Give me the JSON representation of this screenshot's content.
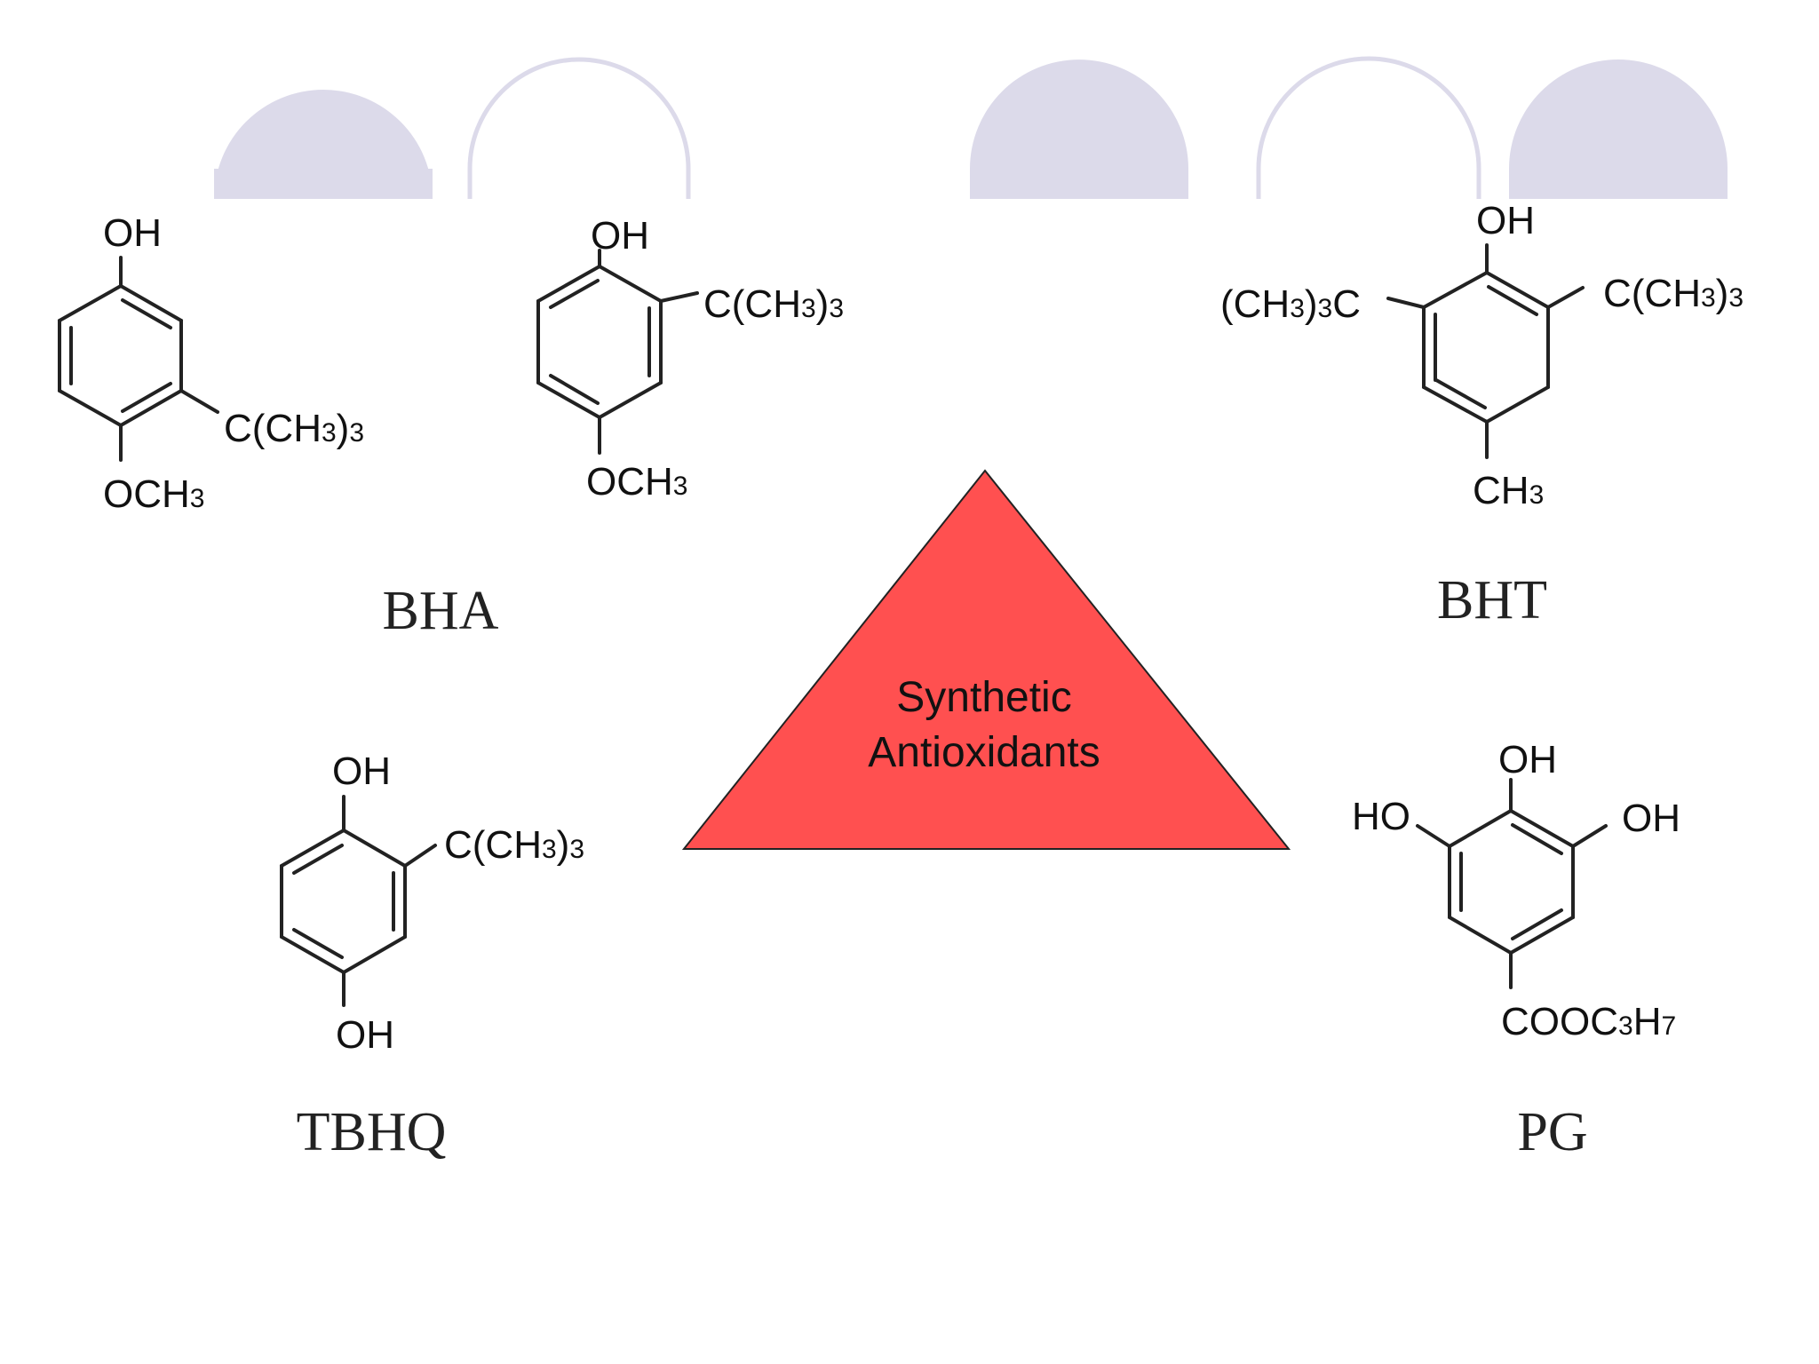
{
  "colors": {
    "decor_fill": "#dcdaea",
    "decor_stroke": "#dcdaea",
    "triangle_fill": "#ff5050",
    "triangle_stroke": "#222222"
  },
  "center": {
    "line1": "Synthetic",
    "line2": "Antioxidants"
  },
  "molecules": {
    "bha1": {
      "top": "OH",
      "sub_main": "C(CH",
      "sub_sub": "3",
      "sub_close": ")",
      "sub_close_sub": "3",
      "bottom_main": "OCH",
      "bottom_sub": "3"
    },
    "bha2": {
      "top": "OH",
      "sub_main": "C(CH",
      "sub_sub": "3",
      "sub_close": ")",
      "sub_close_sub": "3",
      "bottom_main": "OCH",
      "bottom_sub": "3"
    },
    "bht": {
      "top": "OH",
      "left_a": "(CH",
      "left_a_sub": "3",
      "left_b": ")",
      "left_b_sub": "3",
      "left_c": "C",
      "right_main": "C(CH",
      "right_sub": "3",
      "right_close": ")",
      "right_close_sub": "3",
      "bottom_main": "CH",
      "bottom_sub": "3"
    },
    "tbhq": {
      "top": "OH",
      "sub_main": "C(CH",
      "sub_sub": "3",
      "sub_close": ")",
      "sub_close_sub": "3",
      "bottom": "OH"
    },
    "pg": {
      "top": "OH",
      "left": "HO",
      "right": "OH",
      "bottom_a": "COOC",
      "bottom_a_sub": "3",
      "bottom_b": "H",
      "bottom_b_sub": "7"
    }
  },
  "labels": {
    "bha": "BHA",
    "bht": "BHT",
    "tbhq": "TBHQ",
    "pg": "PG"
  }
}
